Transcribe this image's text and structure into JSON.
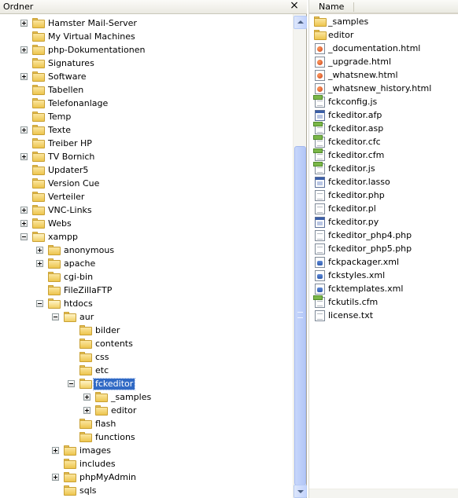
{
  "left_pane": {
    "title": "Ordner",
    "close_label": "×"
  },
  "tree": [
    {
      "label": "Hamster Mail-Server",
      "level": 1,
      "expander": "plus",
      "open": false,
      "selected": false
    },
    {
      "label": "My Virtual Machines",
      "level": 1,
      "expander": "none",
      "open": false,
      "selected": false
    },
    {
      "label": "php-Dokumentationen",
      "level": 1,
      "expander": "plus",
      "open": false,
      "selected": false
    },
    {
      "label": "Signatures",
      "level": 1,
      "expander": "none",
      "open": false,
      "selected": false
    },
    {
      "label": "Software",
      "level": 1,
      "expander": "plus",
      "open": false,
      "selected": false
    },
    {
      "label": "Tabellen",
      "level": 1,
      "expander": "none",
      "open": false,
      "selected": false
    },
    {
      "label": "Telefonanlage",
      "level": 1,
      "expander": "none",
      "open": false,
      "selected": false
    },
    {
      "label": "Temp",
      "level": 1,
      "expander": "none",
      "open": false,
      "selected": false
    },
    {
      "label": "Texte",
      "level": 1,
      "expander": "plus",
      "open": false,
      "selected": false
    },
    {
      "label": "Treiber HP",
      "level": 1,
      "expander": "none",
      "open": false,
      "selected": false
    },
    {
      "label": "TV Bornich",
      "level": 1,
      "expander": "plus",
      "open": false,
      "selected": false
    },
    {
      "label": "Updater5",
      "level": 1,
      "expander": "none",
      "open": false,
      "selected": false
    },
    {
      "label": "Version Cue",
      "level": 1,
      "expander": "none",
      "open": false,
      "selected": false
    },
    {
      "label": "Verteiler",
      "level": 1,
      "expander": "none",
      "open": false,
      "selected": false
    },
    {
      "label": "VNC-Links",
      "level": 1,
      "expander": "plus",
      "open": false,
      "selected": false
    },
    {
      "label": "Webs",
      "level": 1,
      "expander": "plus",
      "open": false,
      "selected": false
    },
    {
      "label": "xampp",
      "level": 1,
      "expander": "minus",
      "open": true,
      "selected": false
    },
    {
      "label": "anonymous",
      "level": 2,
      "expander": "plus",
      "open": false,
      "selected": false
    },
    {
      "label": "apache",
      "level": 2,
      "expander": "plus",
      "open": false,
      "selected": false
    },
    {
      "label": "cgi-bin",
      "level": 2,
      "expander": "none",
      "open": false,
      "selected": false
    },
    {
      "label": "FileZillaFTP",
      "level": 2,
      "expander": "none",
      "open": false,
      "selected": false
    },
    {
      "label": "htdocs",
      "level": 2,
      "expander": "minus",
      "open": true,
      "selected": false
    },
    {
      "label": "aur",
      "level": 3,
      "expander": "minus",
      "open": true,
      "selected": false
    },
    {
      "label": "bilder",
      "level": 4,
      "expander": "none",
      "open": false,
      "selected": false
    },
    {
      "label": "contents",
      "level": 4,
      "expander": "none",
      "open": false,
      "selected": false
    },
    {
      "label": "css",
      "level": 4,
      "expander": "none",
      "open": false,
      "selected": false
    },
    {
      "label": "etc",
      "level": 4,
      "expander": "none",
      "open": false,
      "selected": false
    },
    {
      "label": "fckeditor",
      "level": 4,
      "expander": "minus",
      "open": true,
      "selected": true
    },
    {
      "label": "_samples",
      "level": 5,
      "expander": "plus",
      "open": false,
      "selected": false
    },
    {
      "label": "editor",
      "level": 5,
      "expander": "plus",
      "open": false,
      "selected": false
    },
    {
      "label": "flash",
      "level": 4,
      "expander": "none",
      "open": false,
      "selected": false
    },
    {
      "label": "functions",
      "level": 4,
      "expander": "none",
      "open": false,
      "selected": false
    },
    {
      "label": "images",
      "level": 3,
      "expander": "plus",
      "open": false,
      "selected": false
    },
    {
      "label": "includes",
      "level": 3,
      "expander": "none",
      "open": false,
      "selected": false
    },
    {
      "label": "phpMyAdmin",
      "level": 3,
      "expander": "plus",
      "open": false,
      "selected": false
    },
    {
      "label": "sqls",
      "level": 3,
      "expander": "none",
      "open": false,
      "selected": false
    }
  ],
  "right_pane": {
    "column_name": "Name"
  },
  "files": [
    {
      "name": "_samples",
      "icon": "folder"
    },
    {
      "name": "editor",
      "icon": "folder"
    },
    {
      "name": "_documentation.html",
      "icon": "html"
    },
    {
      "name": "_upgrade.html",
      "icon": "html"
    },
    {
      "name": "_whatsnew.html",
      "icon": "html"
    },
    {
      "name": "_whatsnew_history.html",
      "icon": "html"
    },
    {
      "name": "fckconfig.js",
      "icon": "script"
    },
    {
      "name": "fckeditor.afp",
      "icon": "window"
    },
    {
      "name": "fckeditor.asp",
      "icon": "script"
    },
    {
      "name": "fckeditor.cfc",
      "icon": "script"
    },
    {
      "name": "fckeditor.cfm",
      "icon": "script"
    },
    {
      "name": "fckeditor.js",
      "icon": "script"
    },
    {
      "name": "fckeditor.lasso",
      "icon": "window"
    },
    {
      "name": "fckeditor.php",
      "icon": "doc"
    },
    {
      "name": "fckeditor.pl",
      "icon": "doc"
    },
    {
      "name": "fckeditor.py",
      "icon": "window"
    },
    {
      "name": "fckeditor_php4.php",
      "icon": "doc"
    },
    {
      "name": "fckeditor_php5.php",
      "icon": "doc"
    },
    {
      "name": "fckpackager.xml",
      "icon": "xml"
    },
    {
      "name": "fckstyles.xml",
      "icon": "xml"
    },
    {
      "name": "fcktemplates.xml",
      "icon": "xml"
    },
    {
      "name": "fckutils.cfm",
      "icon": "script"
    },
    {
      "name": "license.txt",
      "icon": "doc"
    }
  ]
}
